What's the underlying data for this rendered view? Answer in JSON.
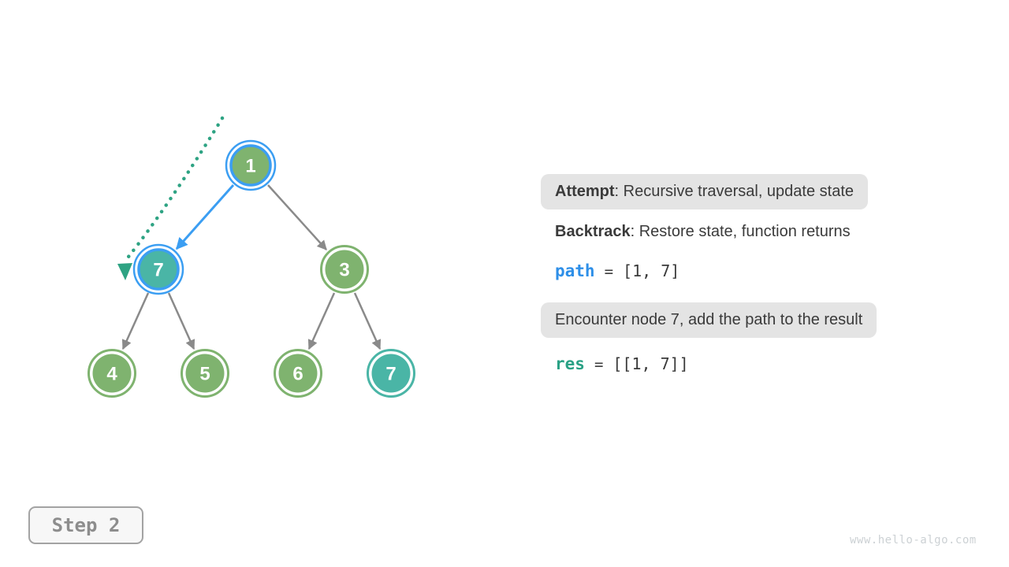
{
  "page": {
    "background": "#ffffff",
    "watermark": "www.hello-algo.com"
  },
  "step_badge": {
    "label": "Step 2"
  },
  "annotations": {
    "attempt": {
      "term": "Attempt",
      "rest": ": Recursive traversal, update state"
    },
    "backtrack": {
      "term": "Backtrack",
      "rest": ": Restore state, function returns"
    },
    "path": {
      "var": "path",
      "eq": "=",
      "value": "[1, 7]"
    },
    "encounter": {
      "text": "Encounter node 7, add the path to the result"
    },
    "res": {
      "var": "res",
      "eq": "=",
      "value": "[[1, 7]]"
    }
  },
  "tree": {
    "nodes": [
      {
        "value": "1",
        "state": "on-path-highlighted-blue-ring"
      },
      {
        "value": "7",
        "state": "current-visited-teal-blue-ring"
      },
      {
        "value": "3",
        "state": "default-green"
      },
      {
        "value": "4",
        "state": "default-green"
      },
      {
        "value": "5",
        "state": "default-green"
      },
      {
        "value": "6",
        "state": "default-green"
      },
      {
        "value": "7",
        "state": "visited-teal"
      }
    ],
    "edges": [
      {
        "from": "1",
        "to": "7",
        "style": "highlight-blue-arrow"
      },
      {
        "from": "1",
        "to": "3",
        "style": "gray-arrow"
      },
      {
        "from": "7",
        "to": "4",
        "style": "gray-arrow"
      },
      {
        "from": "7",
        "to": "5",
        "style": "gray-arrow"
      },
      {
        "from": "3",
        "to": "6",
        "style": "gray-arrow"
      },
      {
        "from": "3",
        "to": "7",
        "style": "gray-arrow"
      }
    ],
    "backtrack_marker": "dotted-teal-curve-with-down-triangle"
  },
  "colors": {
    "node_green": "#7fb36f",
    "node_teal": "#4ab5a6",
    "highlight_blue": "#3b9ef2",
    "edge_gray": "#8a8a8a",
    "dotted_teal": "#2ea383",
    "label_box_bg": "#e4e4e4",
    "text_dark": "#3a3a3a",
    "path_blue": "#2e8fe8",
    "res_teal": "#2aa185"
  }
}
